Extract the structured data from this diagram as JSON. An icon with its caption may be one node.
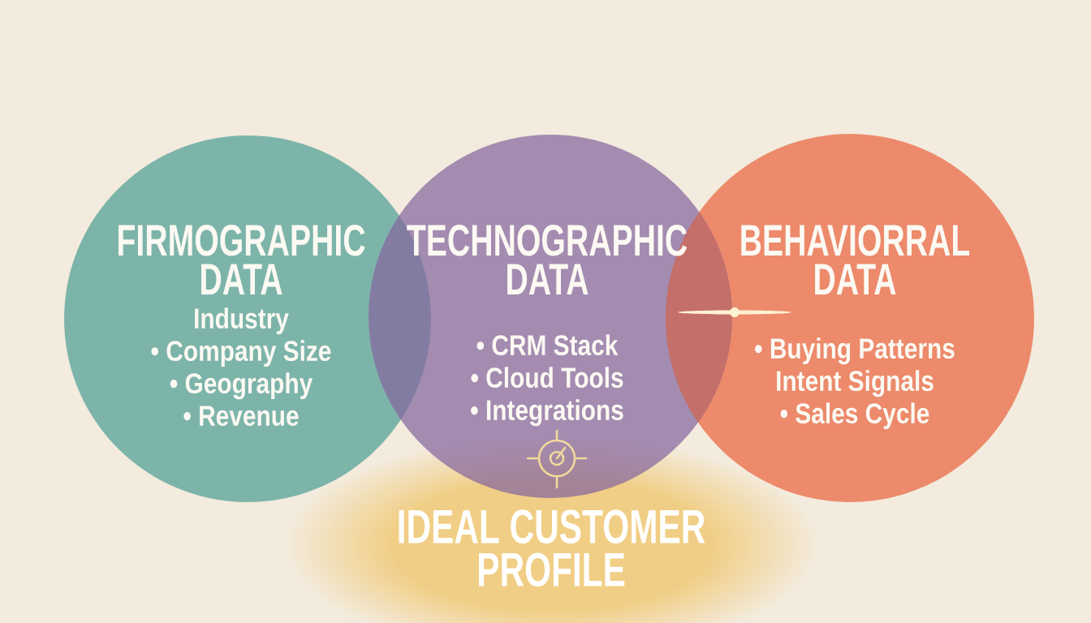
{
  "diagram": {
    "nodes": [
      {
        "text": [
          "FIRMOGRAPHIC DATA",
          "Industry",
          "• Company Size",
          "• Geography",
          "• Revenue"
        ]
      },
      {
        "text": [
          "TECHNOGRAPHIC DATA",
          "• CRM Stack",
          "• Cloud Tools",
          "• Integrations"
        ]
      },
      {
        "text": [
          "BEHAVIORRAL DATA",
          "• Buying Patterns",
          "Intent Signals",
          "• Sales Cycle"
        ]
      }
    ],
    "labels": [
      "IDEAL CUSTOMER PROFILE"
    ]
  }
}
